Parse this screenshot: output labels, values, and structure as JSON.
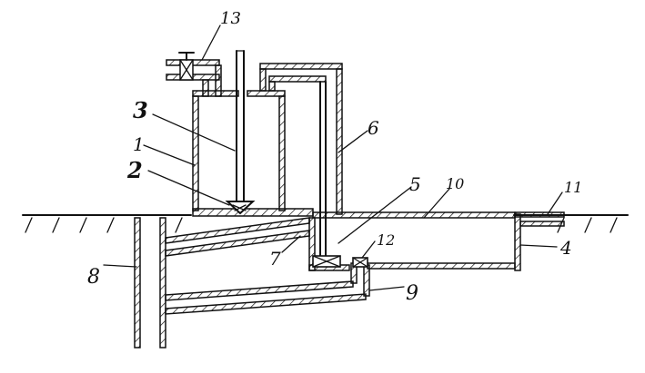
{
  "labels": {
    "l1": "1",
    "l2": "2",
    "l3": "3",
    "l4": "4",
    "l5": "5",
    "l6": "6",
    "l7": "7",
    "l8": "8",
    "l9": "9",
    "l10": "10",
    "l11": "11",
    "l12": "12",
    "l13": "13"
  },
  "colors": {
    "ink": "#111111",
    "paper": "#ffffff"
  }
}
